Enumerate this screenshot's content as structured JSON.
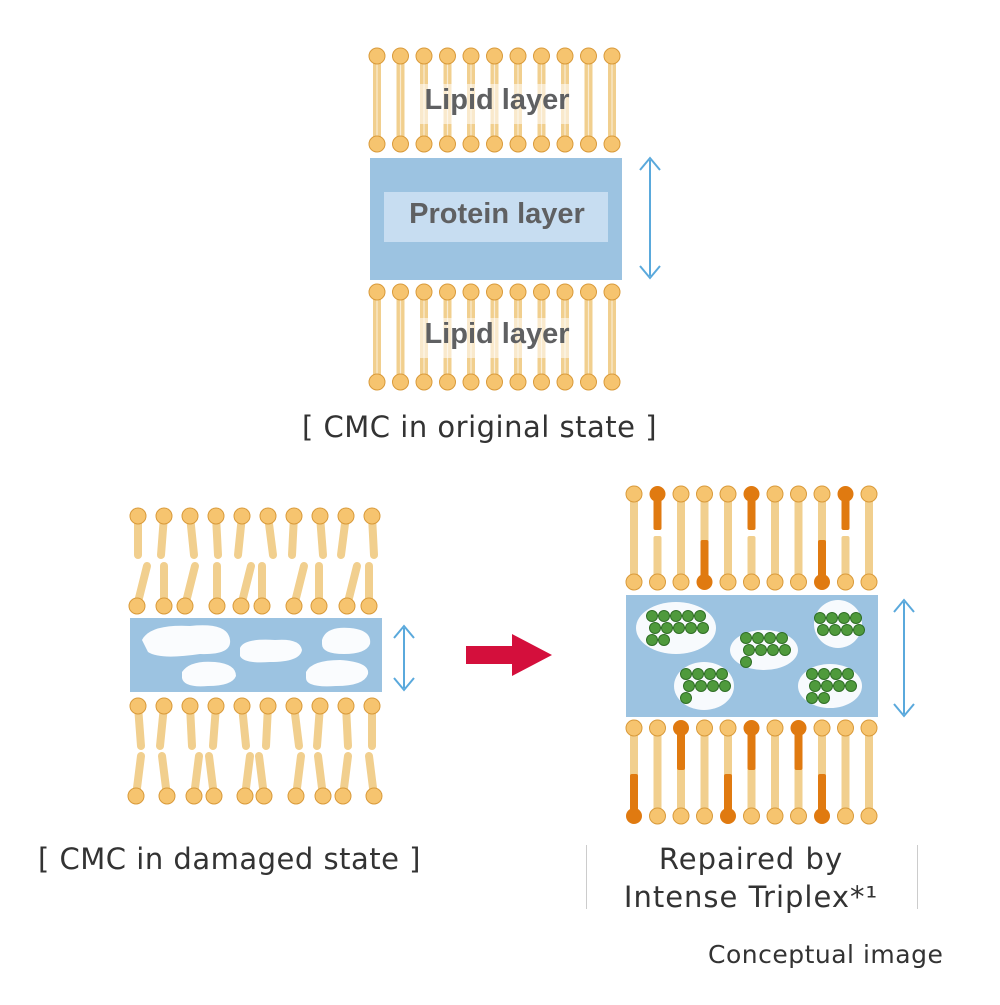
{
  "colors": {
    "lipid_head": "#f6c46f",
    "lipid_tail": "#f1cf8e",
    "lipid_head_stroke": "#d99a3a",
    "repair_lipid": "#e07a10",
    "protein_layer": "#9cc3e1",
    "protein_label_bg": "#c7ddf1",
    "arrow_double": "#5aa9dc",
    "arrow_red": "#d40f3c",
    "green_particle": "#4f9a3c",
    "cloud": "#ffffff"
  },
  "diagram_original": {
    "lipid_top_label": "Lipid layer",
    "protein_label": "Protein layer",
    "lipid_bottom_label": "Lipid layer",
    "caption": "[ CMC in original state ]"
  },
  "diagram_damaged": {
    "caption": "[ CMC in damaged state ]"
  },
  "diagram_repaired": {
    "caption_line1": "Repaired by",
    "caption_line2": "Intense Triplex*¹"
  },
  "note": "Conceptual image"
}
